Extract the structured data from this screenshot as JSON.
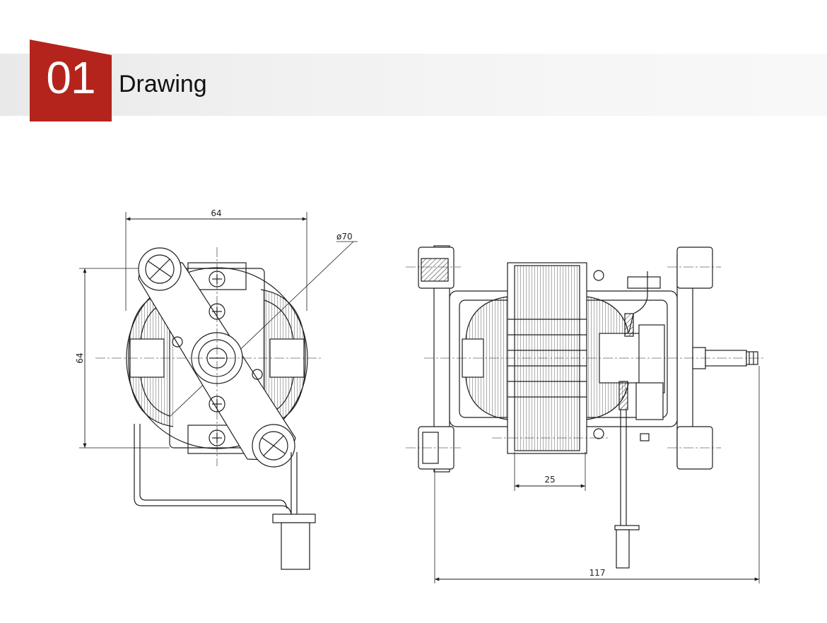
{
  "header": {
    "number": "01",
    "title": "Drawing",
    "accent_color": "#b5241c"
  },
  "front_view": {
    "dim_width": "64",
    "dim_height": "64",
    "dim_diameter": "ø70"
  },
  "side_view": {
    "dim_core": "25",
    "dim_length": "117"
  },
  "colors": {
    "line": "#1e1e1e",
    "band": "#f0f0f0"
  }
}
